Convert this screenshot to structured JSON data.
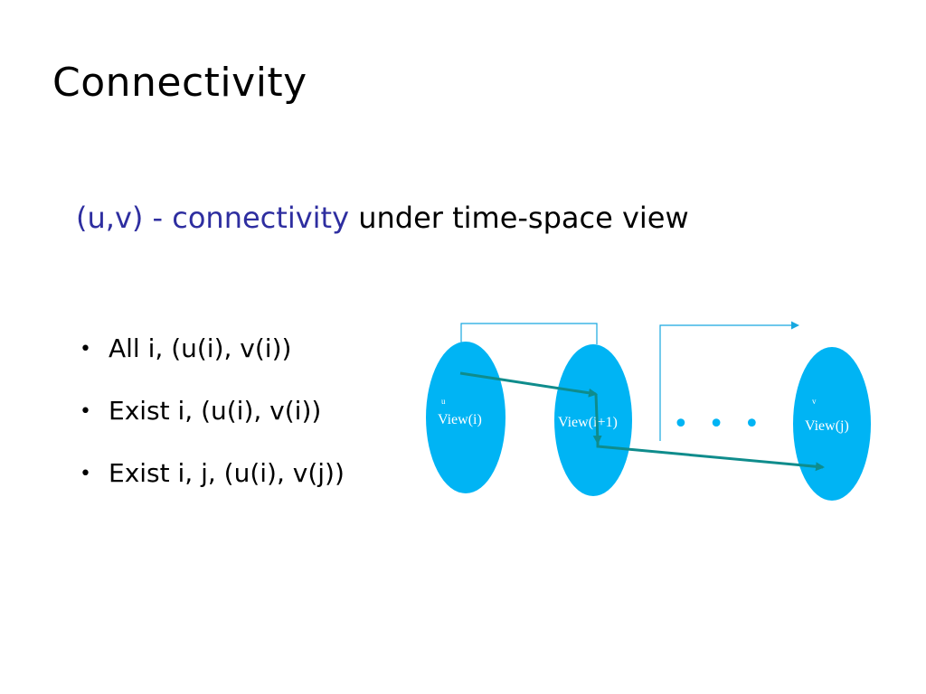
{
  "title": "Connectivity",
  "subtitle": {
    "accent": "(u,v) - connectivity",
    "plain": "under time-space view"
  },
  "bullets": [
    "All i, (u(i), v(i))",
    "Exist i, (u(i), v(i))",
    "Exist i, j, (u(i), v(j))"
  ],
  "diagram": {
    "views": [
      "View(i)",
      "View(i+1)",
      "View(j)"
    ],
    "node_u": "u",
    "node_v": "v",
    "ellipsis": "• • •",
    "colors": {
      "ellipse": "#00b4f4",
      "path": "#0f8c8c",
      "bracket": "#17a8e0",
      "dots": "#00b4f4"
    }
  }
}
